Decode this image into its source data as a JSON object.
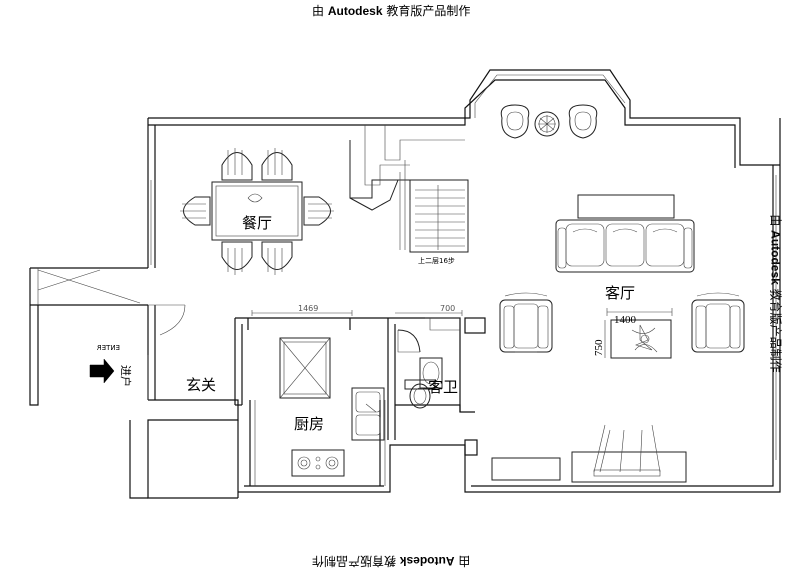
{
  "watermark": {
    "prefix": "由",
    "brand": "Autodesk",
    "suffix": "教育版产品制作"
  },
  "rooms": {
    "dining": "餐厅",
    "living": "客厅",
    "foyer": "玄关",
    "guest_bath": "客卫",
    "kitchen": "厨房"
  },
  "stair_note": "上二层16步",
  "entrance": {
    "label": "进户",
    "mirrored_text": "ENTER"
  },
  "dimensions": {
    "kitchen_width": "1469",
    "bath_width": "700",
    "table_length": "1400",
    "table_width": "750"
  }
}
